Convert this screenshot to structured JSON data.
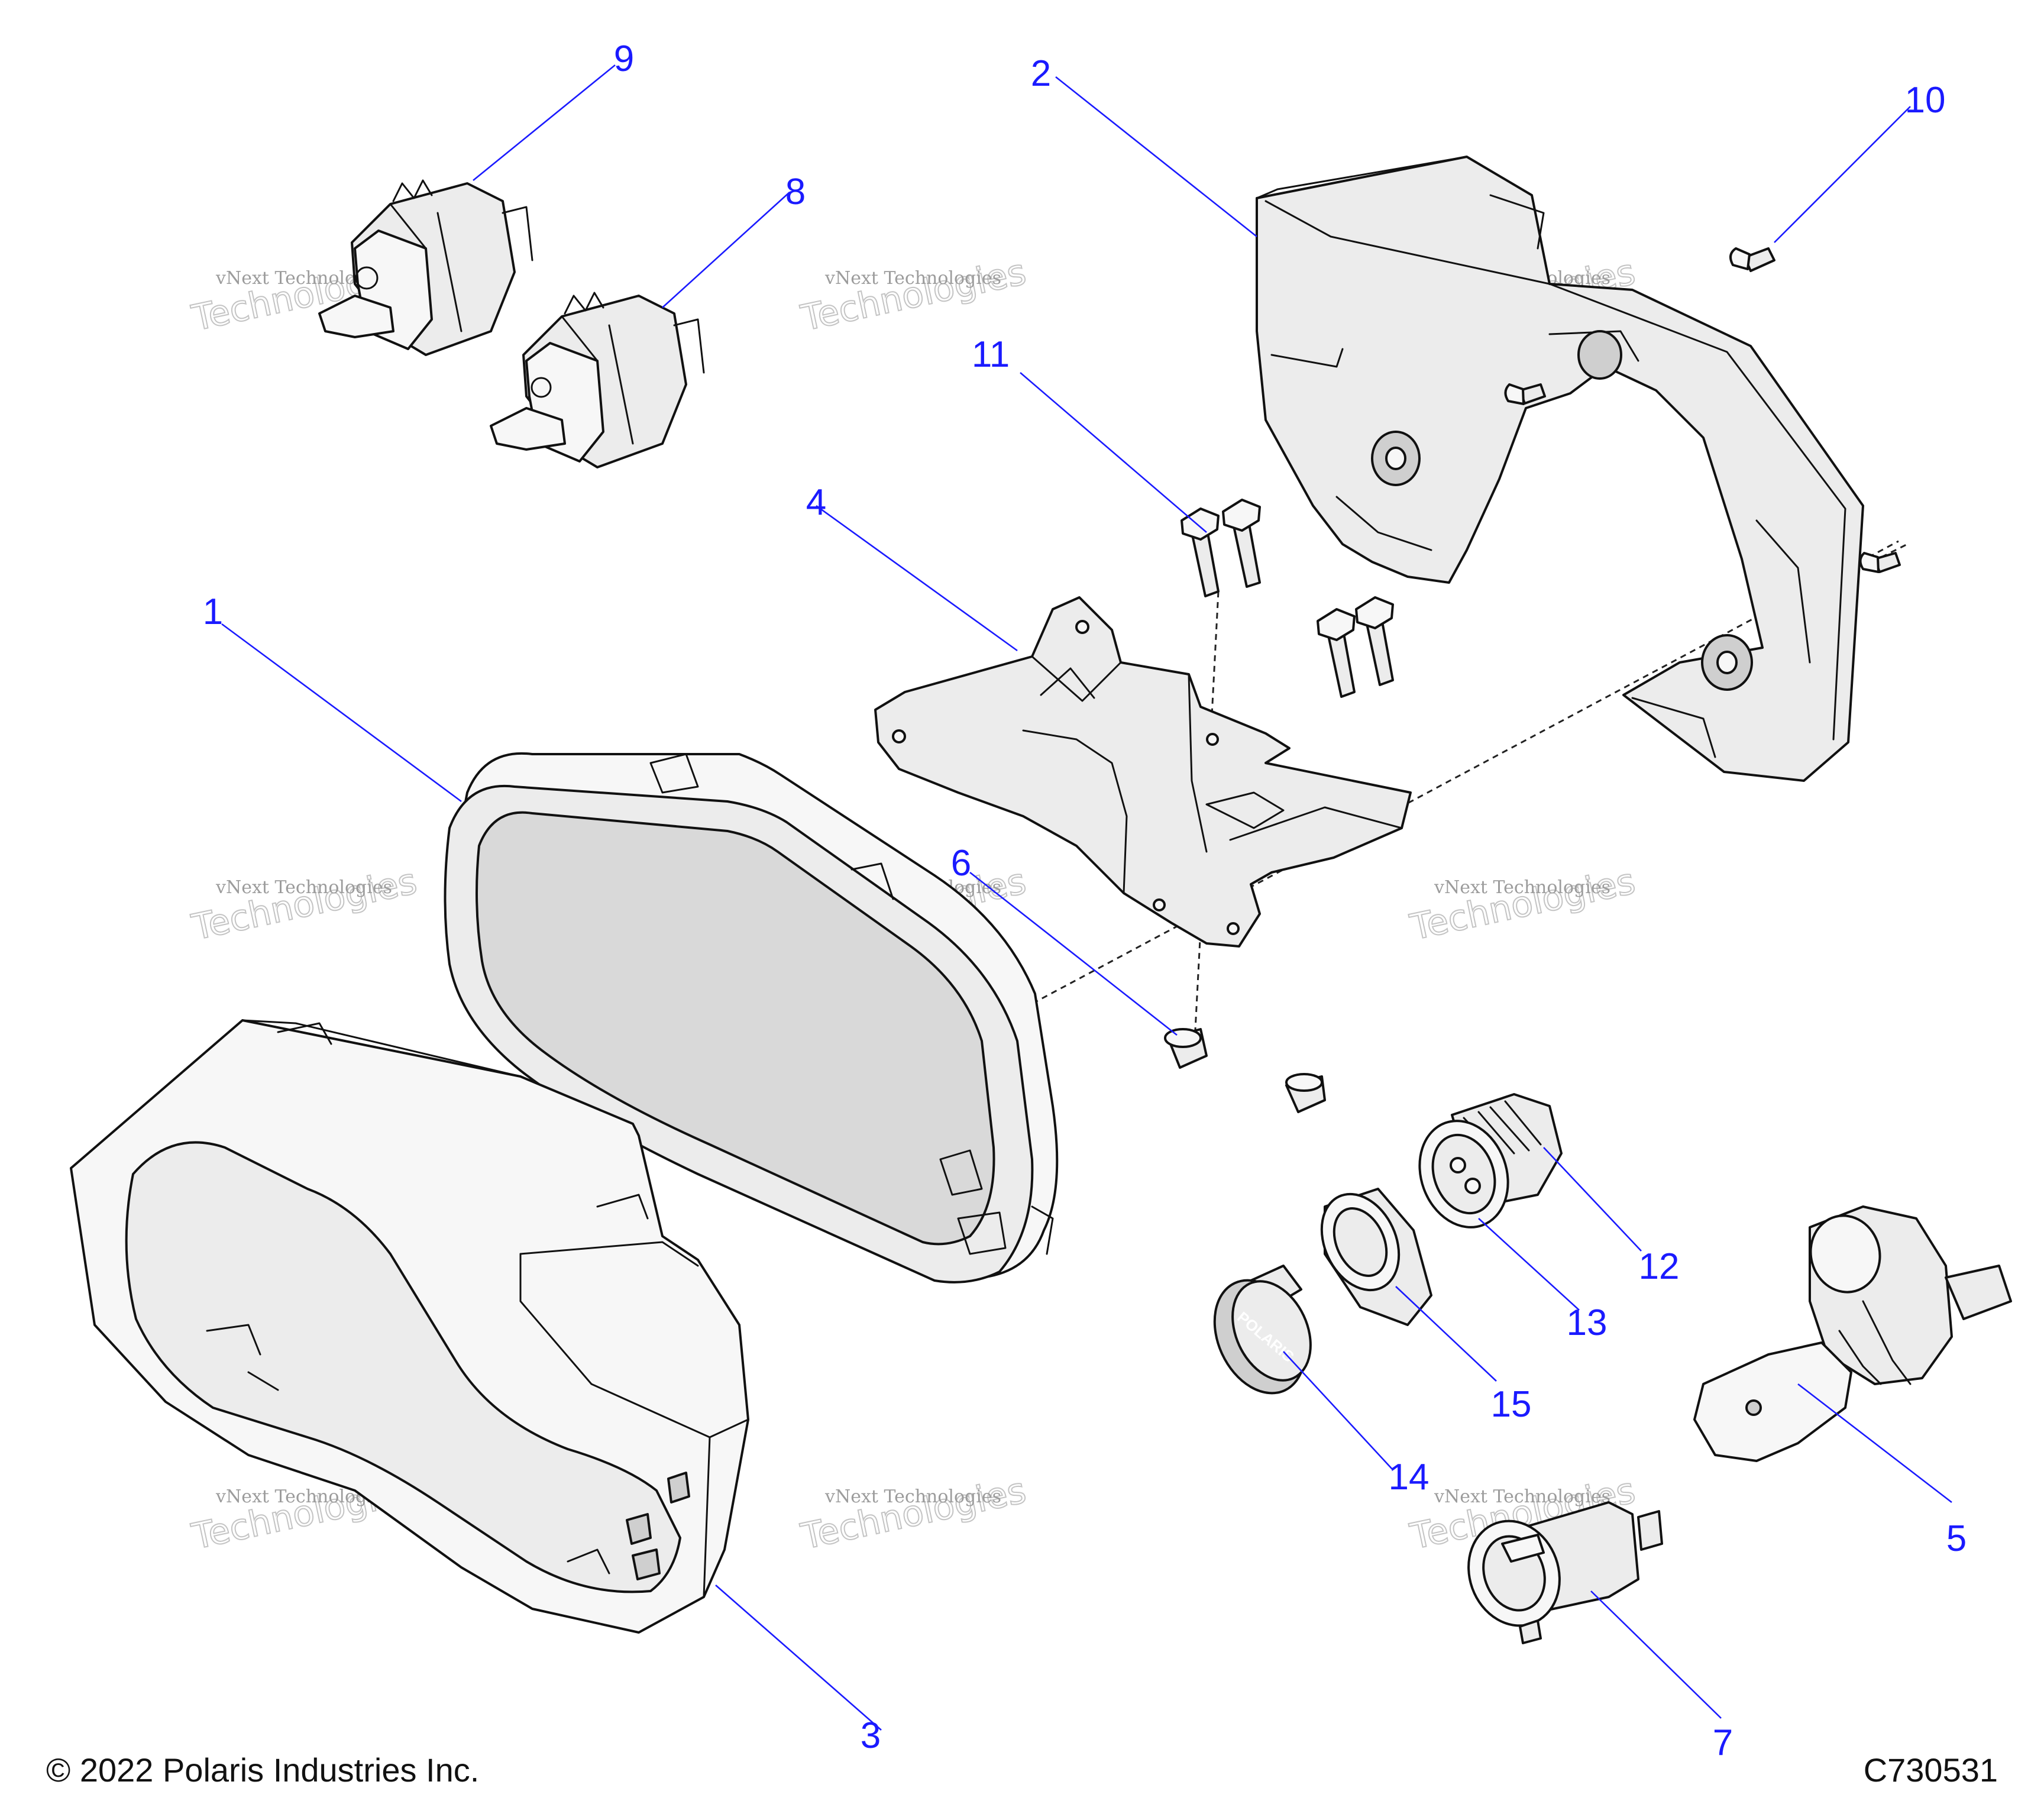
{
  "footer": {
    "copyright": "© 2022 Polaris Industries Inc.",
    "diagram_code": "C730531"
  },
  "watermark": {
    "line1": "vNext Technologies",
    "line2a": "vNext",
    "line2b": "Technologies"
  },
  "callouts": [
    {
      "number": "1",
      "part": "instrument-cluster"
    },
    {
      "number": "2",
      "part": "rear-cluster-housing"
    },
    {
      "number": "3",
      "part": "front-bezel"
    },
    {
      "number": "4",
      "part": "mounting-bracket"
    },
    {
      "number": "5",
      "part": "ignition-switch"
    },
    {
      "number": "6",
      "part": "grommet"
    },
    {
      "number": "7",
      "part": "power-outlet"
    },
    {
      "number": "8",
      "part": "rocker-switch"
    },
    {
      "number": "9",
      "part": "rocker-switch"
    },
    {
      "number": "10",
      "part": "screw"
    },
    {
      "number": "11",
      "part": "bolts"
    },
    {
      "number": "12",
      "part": "usb-socket"
    },
    {
      "number": "13",
      "part": "usb-socket-ring"
    },
    {
      "number": "14",
      "part": "socket-cap"
    },
    {
      "number": "15",
      "part": "retaining-nut"
    }
  ],
  "logo_text": "POLARIS"
}
